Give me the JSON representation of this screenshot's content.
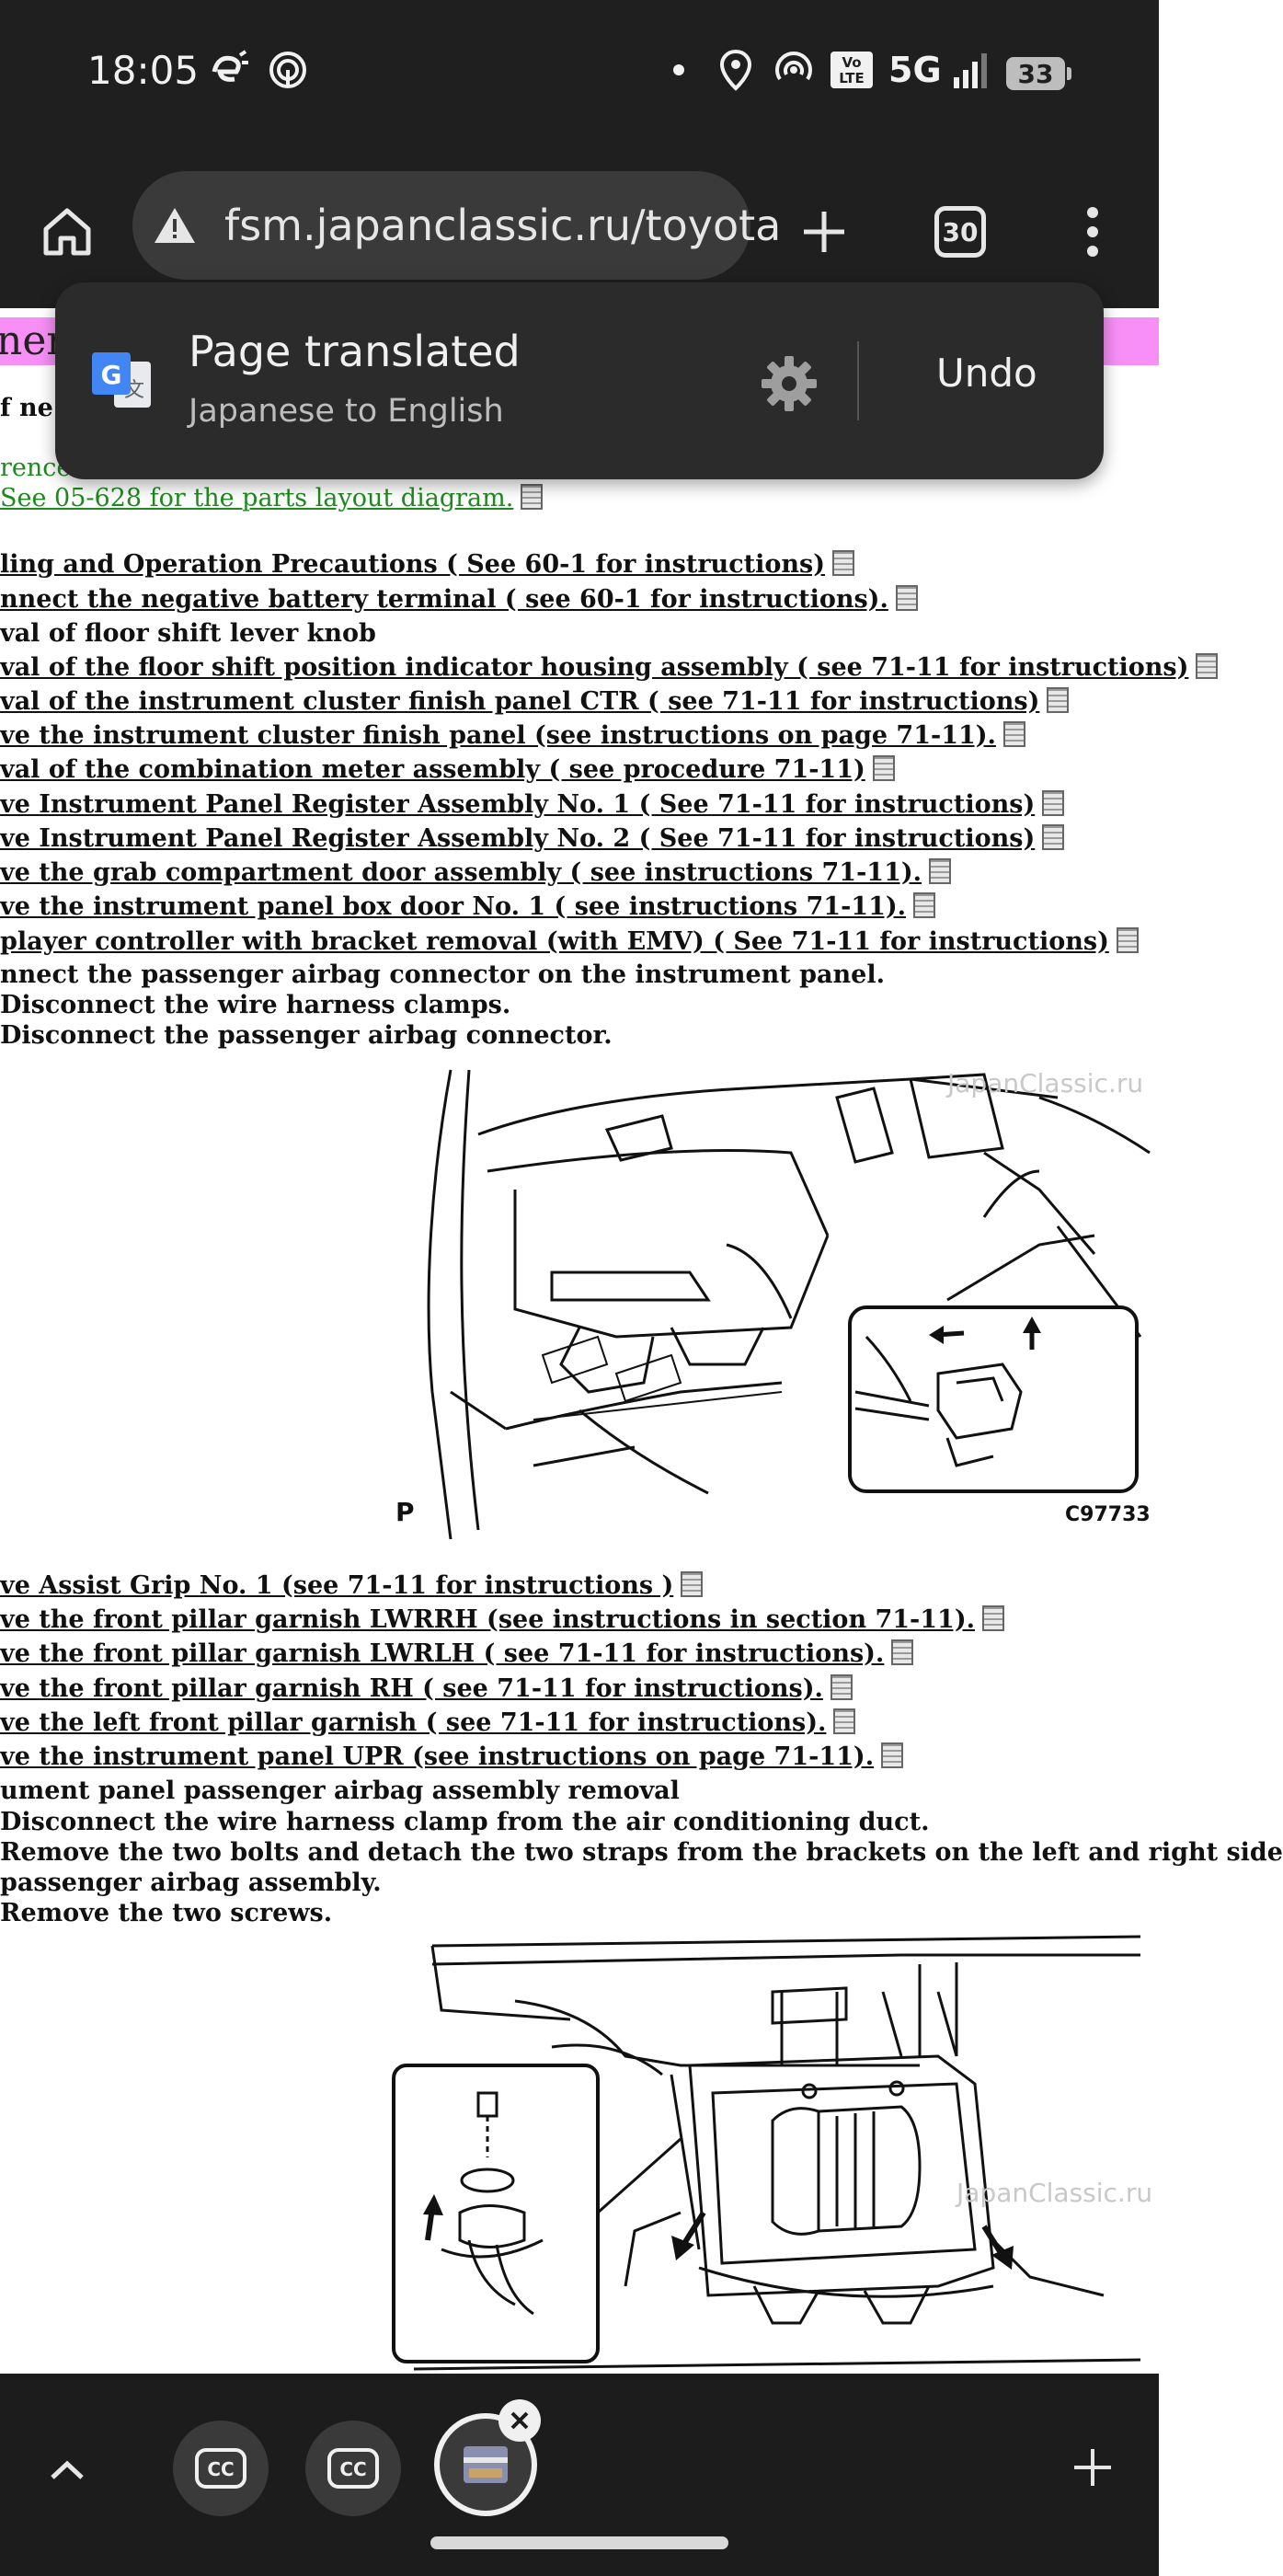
{
  "status_bar": {
    "time": "18:05",
    "network": "5G",
    "volte_label": "Vo LTE",
    "battery": "33"
  },
  "toolbar": {
    "url": "fsm.japanclassic.ru/toyota",
    "tab_count": "30"
  },
  "translate_popup": {
    "title": "Page translated",
    "subtitle": "Japanese to English",
    "undo_label": "Undo"
  },
  "page": {
    "heading_fragment": "nen",
    "lines": [
      {
        "text": "f ne",
        "style": "bold",
        "doc": false
      },
      {
        "text": "rence",
        "style": "green",
        "doc": false
      },
      {
        "text": "See 05-628 for the parts layout diagram.",
        "style": "green",
        "doc": true
      },
      {
        "text": "ling and Operation Precautions ( See 60-1 for instructions)",
        "style": "bold",
        "doc": true
      },
      {
        "text": "nnect the negative battery terminal ( see 60-1 for instructions).",
        "style": "bold",
        "doc": true
      },
      {
        "text": "val of floor shift lever knob",
        "style": "bold",
        "doc": false
      },
      {
        "text": "val of the floor shift position indicator housing assembly ( see 71-11 for instructions)",
        "style": "bold",
        "doc": true
      },
      {
        "text": "val of the instrument cluster finish panel CTR ( see 71-11 for instructions)",
        "style": "bold",
        "doc": true
      },
      {
        "text": "ve the instrument cluster finish panel (see instructions on page 71-11).",
        "style": "bold",
        "doc": true
      },
      {
        "text": "val of the combination meter assembly ( see procedure 71-11)",
        "style": "bold",
        "doc": true
      },
      {
        "text": "ve Instrument Panel Register Assembly No. 1 ( See 71-11 for instructions)",
        "style": "bold",
        "doc": true
      },
      {
        "text": "ve Instrument Panel Register Assembly No. 2 ( See 71-11 for instructions)",
        "style": "bold",
        "doc": true
      },
      {
        "text": "ve the grab compartment door assembly ( see instructions 71-11).",
        "style": "bold",
        "doc": true
      },
      {
        "text": "ve the instrument panel box door No. 1 ( see instructions 71-11).",
        "style": "bold",
        "doc": true
      },
      {
        "text": "player controller with bracket removal (with EMV) ( See 71-11 for instructions)",
        "style": "bold",
        "doc": true
      },
      {
        "text": "nnect the passenger airbag connector on the instrument panel.",
        "style": "bold",
        "doc": false
      },
      {
        "text": "Disconnect the wire harness clamps.",
        "style": "bold",
        "doc": false
      },
      {
        "text": "Disconnect the passenger airbag connector.",
        "style": "bold",
        "doc": false
      }
    ],
    "figure1": {
      "label_p": "P",
      "code": "C97733",
      "watermark": "JapanClassic.ru"
    },
    "lines2": [
      {
        "text": "ve Assist Grip No. 1 (see 71-11 for instructions )",
        "style": "bold",
        "doc": true
      },
      {
        "text": "ve the front pillar garnish LWRRH (see instructions in section 71-11).",
        "style": "bold",
        "doc": true
      },
      {
        "text": "ve the front pillar garnish LWRLH ( see 71-11 for instructions).",
        "style": "bold",
        "doc": true
      },
      {
        "text": "ve the front pillar garnish RH ( see 71-11 for instructions).",
        "style": "bold",
        "doc": true
      },
      {
        "text": "ve the left front pillar garnish ( see 71-11 for instructions).",
        "style": "bold",
        "doc": true
      },
      {
        "text": "ve the instrument panel UPR (see instructions on page 71-11).",
        "style": "bold",
        "doc": true
      },
      {
        "text": "ument panel passenger airbag assembly removal",
        "style": "bold",
        "doc": false
      },
      {
        "text": "Disconnect the wire harness clamp from the air conditioning duct.",
        "style": "bold",
        "doc": false
      },
      {
        "text": "Remove the two bolts and detach the two straps from the brackets on the left and right side",
        "style": "bold",
        "doc": false
      },
      {
        "text": "passenger airbag assembly.",
        "style": "bold",
        "doc": false
      },
      {
        "text": "Remove the two screws.",
        "style": "bold",
        "doc": false
      }
    ],
    "figure2": {
      "watermark": "JapanClassic.ru"
    }
  },
  "icons": {
    "home": "home-icon",
    "warning": "warning-icon",
    "new_tab": "plus-icon",
    "menu": "more-vert-icon",
    "settings": "gear-icon",
    "translate": "google-translate-icon"
  }
}
